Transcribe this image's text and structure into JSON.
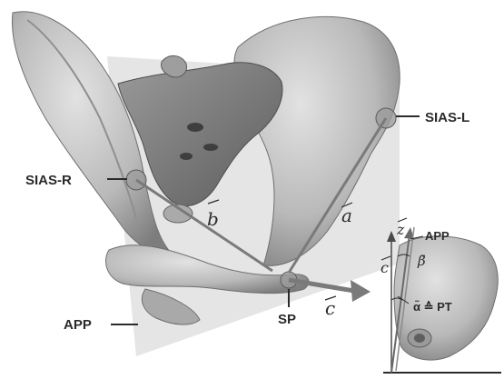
{
  "labels": {
    "sias_r": "SIAS-R",
    "sias_l": "SIAS-L",
    "app_main": "APP",
    "sp": "SP",
    "vec_a": "a",
    "vec_b": "b",
    "vec_c": "c",
    "inset": {
      "z": "z",
      "c": "c",
      "app": "APP",
      "beta": "β̃",
      "alpha_pt": "α̃ ≙ PT"
    }
  },
  "colors": {
    "bone": "#c7c7c7",
    "bone_dark": "#8a8a8a",
    "plane": "#d3d3d3",
    "line": "#7a7a7a",
    "text": "#2b2b2b"
  }
}
